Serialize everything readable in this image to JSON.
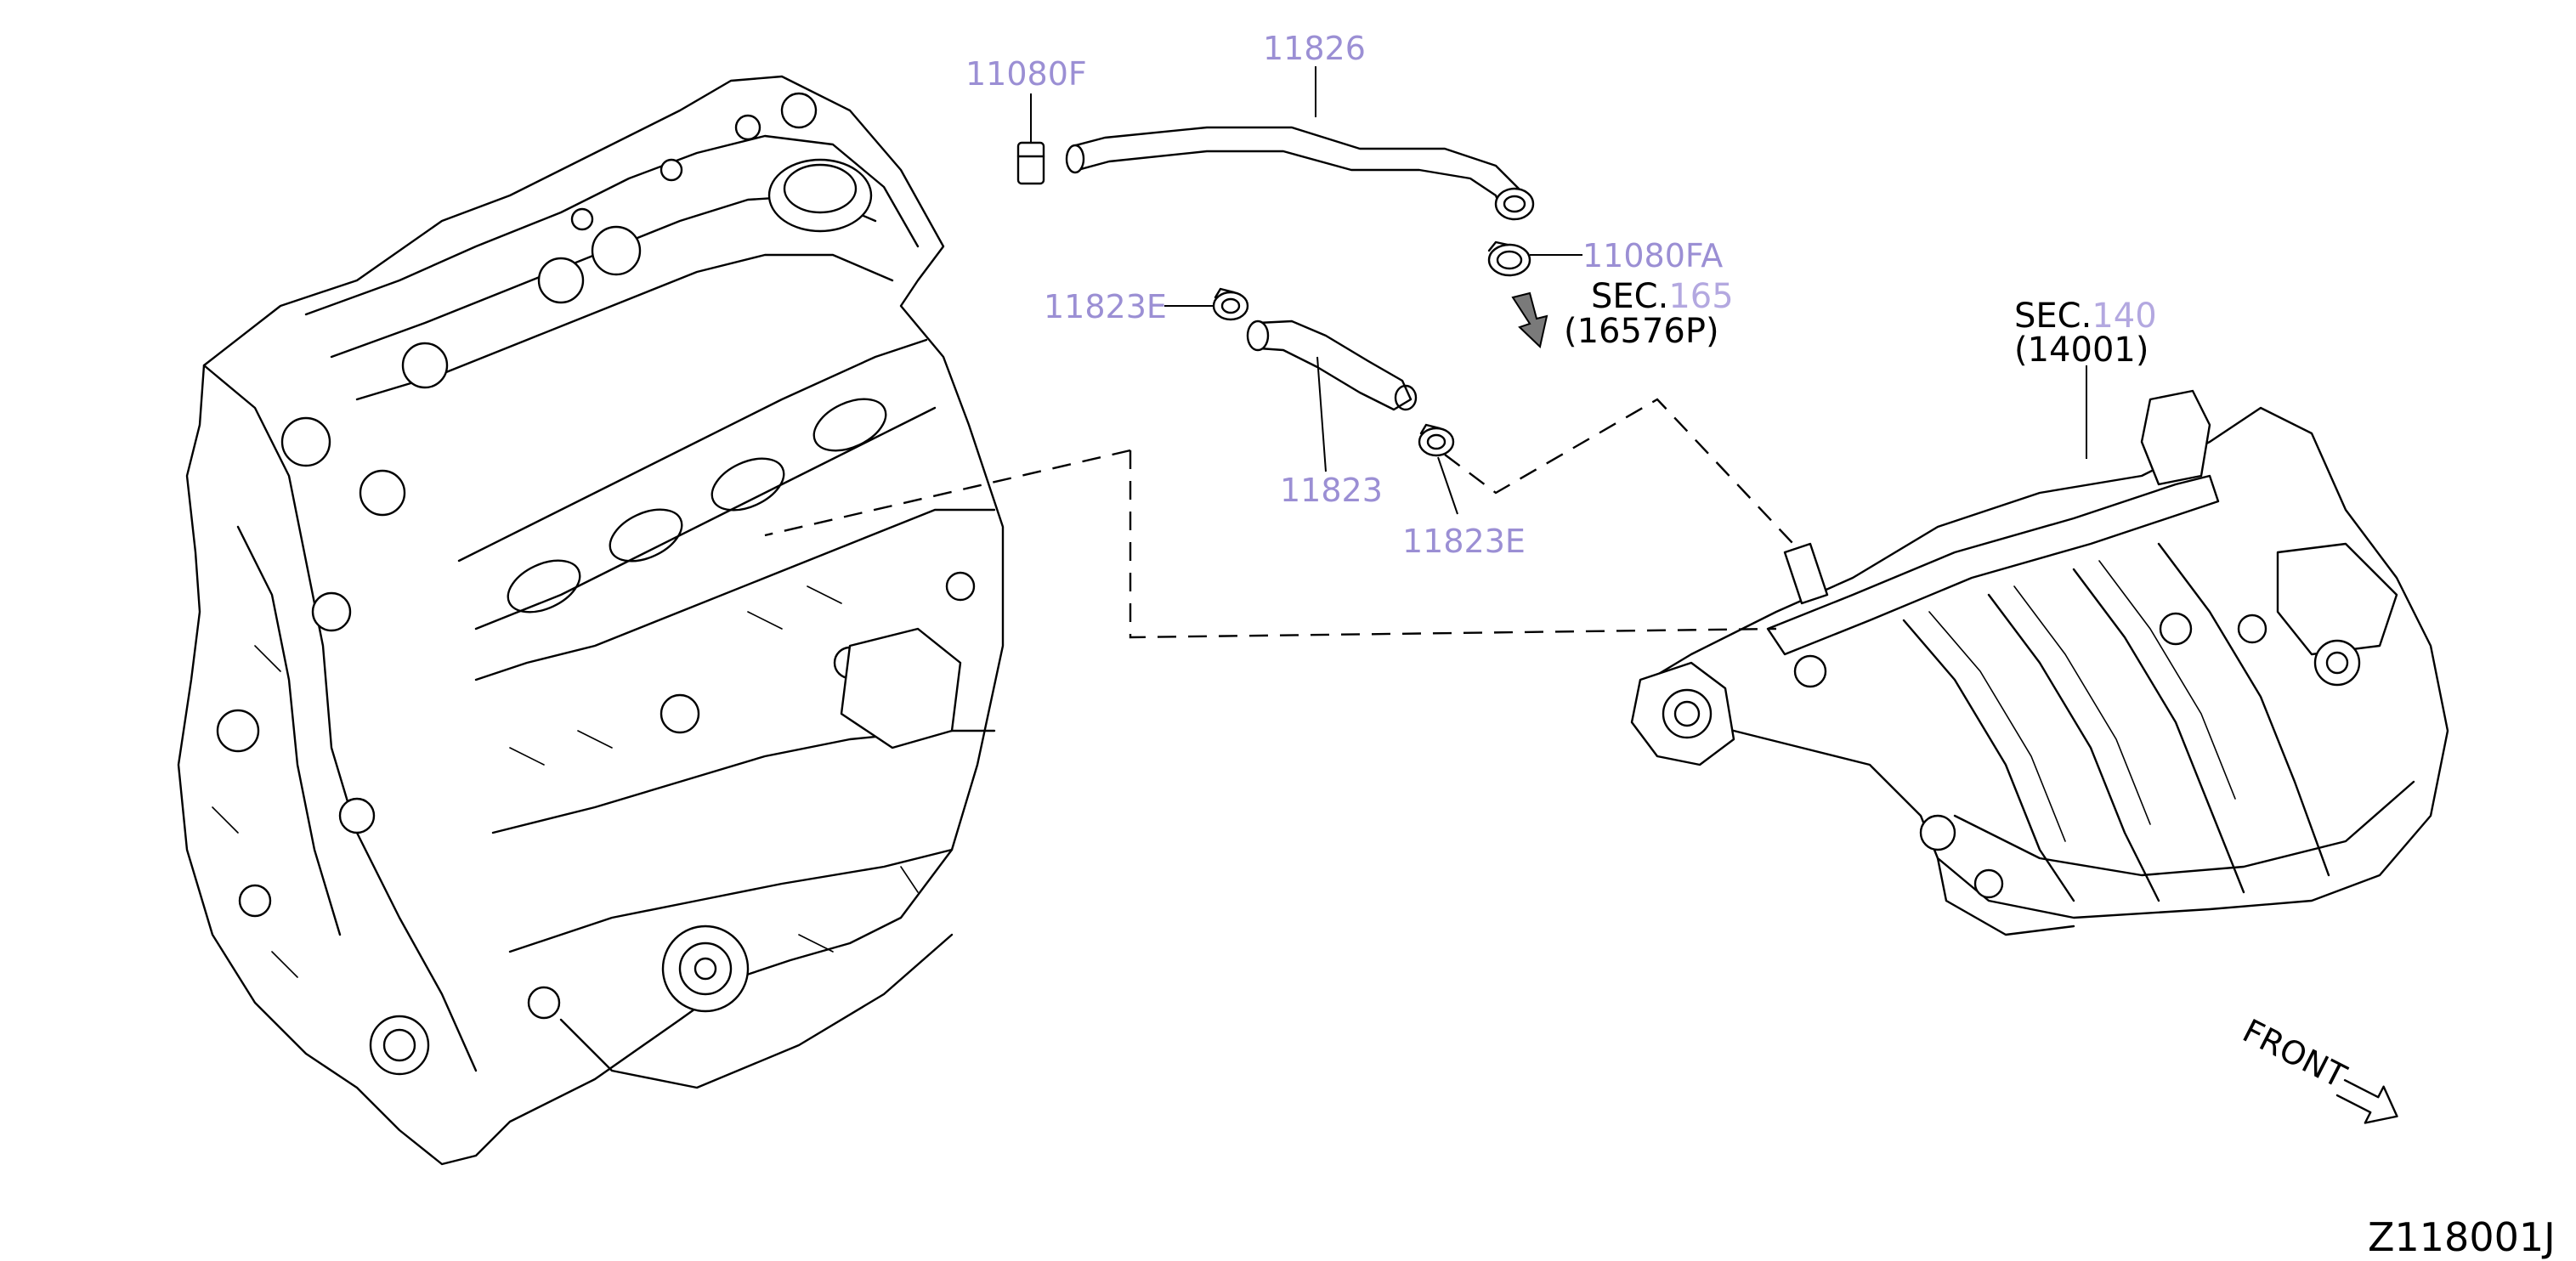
{
  "callouts": {
    "clip_11080f": "11080F",
    "hose_11826": "11826",
    "clamp_11080fa": "11080FA",
    "clamp_11823e_upper": "11823E",
    "hose_11823": "11823",
    "clamp_11823e_lower": "11823E"
  },
  "sec_refs": {
    "blowby": {
      "prefix": "SEC.",
      "number": "165",
      "part": "(16576P)"
    },
    "manifold": {
      "prefix": "SEC.",
      "number": "140",
      "part": "(14001)"
    }
  },
  "front_label": "FRONT",
  "diagram_code": "Z118001J",
  "colors": {
    "callout_text": "#9b8fd4",
    "line": "#000000",
    "arrow_fill": "#7a7a7a"
  }
}
